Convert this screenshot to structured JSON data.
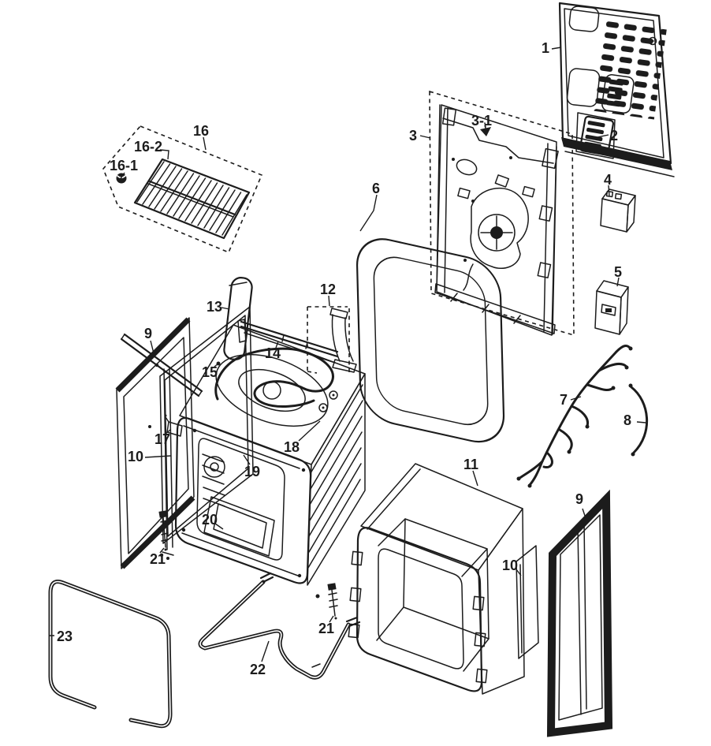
{
  "diagram": {
    "type": "exploded-parts-diagram",
    "background": "#ffffff",
    "line_color": "#1c1c1c",
    "callouts": [
      {
        "id": "1",
        "label": "1"
      },
      {
        "id": "2",
        "label": "2"
      },
      {
        "id": "3",
        "label": "3"
      },
      {
        "id": "3-1",
        "label": "3-1"
      },
      {
        "id": "4",
        "label": "4"
      },
      {
        "id": "5",
        "label": "5"
      },
      {
        "id": "6",
        "label": "6"
      },
      {
        "id": "7",
        "label": "7"
      },
      {
        "id": "8",
        "label": "8"
      },
      {
        "id": "9-left",
        "label": "9"
      },
      {
        "id": "10-left",
        "label": "10"
      },
      {
        "id": "11",
        "label": "11"
      },
      {
        "id": "12",
        "label": "12"
      },
      {
        "id": "13",
        "label": "13"
      },
      {
        "id": "14",
        "label": "14"
      },
      {
        "id": "15",
        "label": "15"
      },
      {
        "id": "16",
        "label": "16"
      },
      {
        "id": "16-1",
        "label": "16-1"
      },
      {
        "id": "16-2",
        "label": "16-2"
      },
      {
        "id": "17",
        "label": "17"
      },
      {
        "id": "18",
        "label": "18"
      },
      {
        "id": "19",
        "label": "19"
      },
      {
        "id": "20",
        "label": "20"
      },
      {
        "id": "21-left",
        "label": "21"
      },
      {
        "id": "21-right",
        "label": "21"
      },
      {
        "id": "22",
        "label": "22"
      },
      {
        "id": "23",
        "label": "23"
      },
      {
        "id": "9-right",
        "label": "9"
      },
      {
        "id": "10-right",
        "label": "10"
      }
    ]
  }
}
